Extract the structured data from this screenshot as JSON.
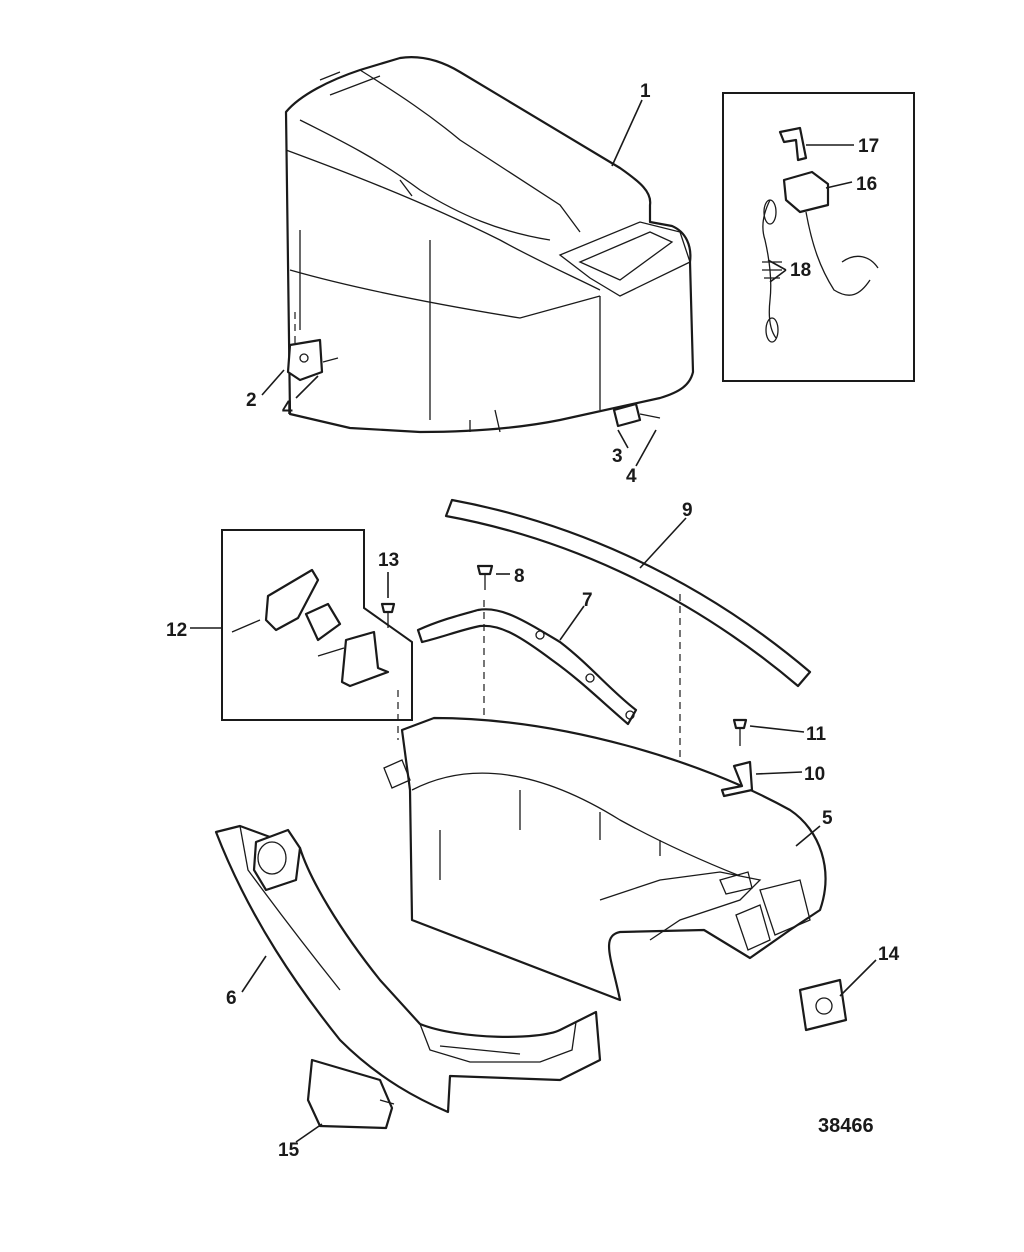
{
  "figure": {
    "number": "38466"
  },
  "callouts": [
    {
      "id": "callout-1",
      "text": "1"
    },
    {
      "id": "callout-2",
      "text": "2"
    },
    {
      "id": "callout-3",
      "text": "3"
    },
    {
      "id": "callout-4a",
      "text": "4"
    },
    {
      "id": "callout-4b",
      "text": "4"
    },
    {
      "id": "callout-5",
      "text": "5"
    },
    {
      "id": "callout-6",
      "text": "6"
    },
    {
      "id": "callout-7",
      "text": "7"
    },
    {
      "id": "callout-8",
      "text": "8"
    },
    {
      "id": "callout-9",
      "text": "9"
    },
    {
      "id": "callout-10",
      "text": "10"
    },
    {
      "id": "callout-11",
      "text": "11"
    },
    {
      "id": "callout-12",
      "text": "12"
    },
    {
      "id": "callout-13",
      "text": "13"
    },
    {
      "id": "callout-14",
      "text": "14"
    },
    {
      "id": "callout-15",
      "text": "15"
    },
    {
      "id": "callout-16",
      "text": "16"
    },
    {
      "id": "callout-17",
      "text": "17"
    },
    {
      "id": "callout-18",
      "text": "18"
    }
  ]
}
